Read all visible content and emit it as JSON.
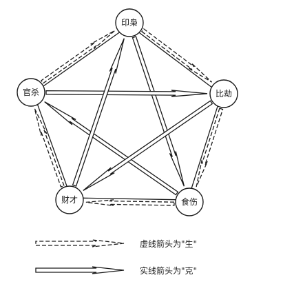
{
  "nodes": [
    {
      "id": "yinxiang",
      "label": "印枭"
    },
    {
      "id": "bijie",
      "label": "比劫"
    },
    {
      "id": "shishang",
      "label": "食伤"
    },
    {
      "id": "caicai",
      "label": "财才"
    },
    {
      "id": "guansha",
      "label": "官杀"
    }
  ],
  "sheng_edges": [
    {
      "from": "yinxiang",
      "to": "bijie"
    },
    {
      "from": "bijie",
      "to": "shishang"
    },
    {
      "from": "shishang",
      "to": "caicai"
    },
    {
      "from": "caicai",
      "to": "guansha"
    },
    {
      "from": "guansha",
      "to": "yinxiang"
    }
  ],
  "ke_edges": [
    {
      "from": "yinxiang",
      "to": "shishang"
    },
    {
      "from": "shishang",
      "to": "guansha"
    },
    {
      "from": "guansha",
      "to": "bijie"
    },
    {
      "from": "bijie",
      "to": "caicai"
    },
    {
      "from": "caicai",
      "to": "yinxiang"
    }
  ],
  "legend": {
    "dashed_label": "虚线箭头为\"生\"",
    "solid_label": "实线箭头为\"克\""
  }
}
